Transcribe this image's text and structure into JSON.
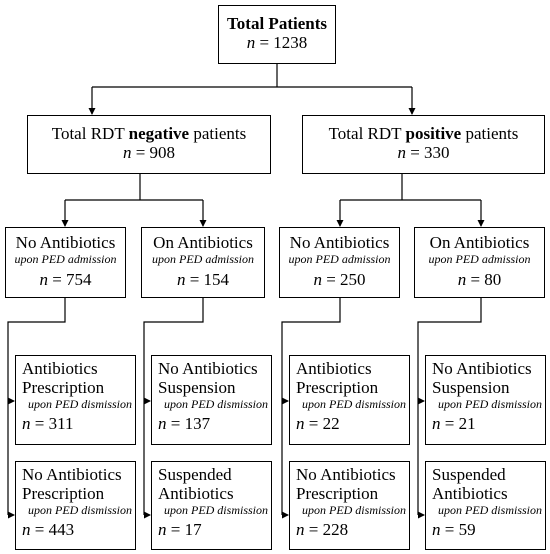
{
  "root": {
    "title": "Total Patients",
    "n_sym": "n",
    "n_val": "= 1238"
  },
  "negative": {
    "pre": "Total RDT ",
    "bold": "negative",
    "post": " patients",
    "n_sym": "n",
    "n_val": "= 908"
  },
  "positive": {
    "pre": "Total RDT ",
    "bold": "positive",
    "post": " patients",
    "n_sym": "n",
    "n_val": "= 330"
  },
  "admission": [
    {
      "title": "No Antibiotics",
      "sub": "upon PED admission",
      "n_sym": "n",
      "n_val": "= 754"
    },
    {
      "title": "On Antibiotics",
      "sub": "upon PED admission",
      "n_sym": "n",
      "n_val": "= 154"
    },
    {
      "title": "No Antibiotics",
      "sub": "upon PED admission",
      "n_sym": "n",
      "n_val": "= 250"
    },
    {
      "title": "On Antibiotics",
      "sub": "upon PED admission",
      "n_sym": "n",
      "n_val": "= 80"
    }
  ],
  "dismissal_top": [
    {
      "line1": "Antibiotics",
      "line2": "Prescription",
      "sub": "upon PED dismission",
      "n_sym": "n",
      "n_val": "= 311"
    },
    {
      "line1": "No Antibiotics",
      "line2": "Suspension",
      "sub": "upon PED dismission",
      "n_sym": "n",
      "n_val": "= 137"
    },
    {
      "line1": "Antibiotics",
      "line2": "Prescription",
      "sub": "upon PED dismission",
      "n_sym": "n",
      "n_val": "= 22"
    },
    {
      "line1": "No Antibiotics",
      "line2": "Suspension",
      "sub": "upon PED dismission",
      "n_sym": "n",
      "n_val": "= 21"
    }
  ],
  "dismissal_bottom": [
    {
      "line1": "No Antibiotics",
      "line2": "Prescription",
      "sub": "upon PED dismission",
      "n_sym": "n",
      "n_val": "= 443"
    },
    {
      "line1": "Suspended",
      "line2": "Antibiotics",
      "sub": "upon PED dismission",
      "n_sym": "n",
      "n_val": "= 17"
    },
    {
      "line1": "No Antibiotics",
      "line2": "Prescription",
      "sub": "upon PED dismission",
      "n_sym": "n",
      "n_val": "= 228"
    },
    {
      "line1": "Suspended",
      "line2": "Antibiotics",
      "sub": "upon PED dismission",
      "n_sym": "n",
      "n_val": "= 59"
    }
  ]
}
